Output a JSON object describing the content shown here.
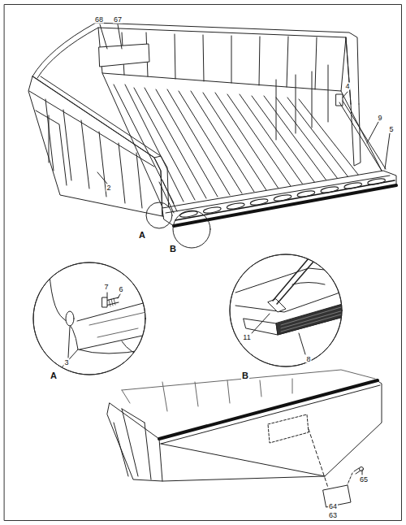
{
  "diagram": {
    "labels": [
      "68",
      "67",
      "4",
      "9",
      "5",
      "2",
      "A",
      "B",
      "7",
      "6",
      "3",
      "A",
      "11",
      "8",
      "B",
      "64",
      "63",
      "65"
    ]
  }
}
